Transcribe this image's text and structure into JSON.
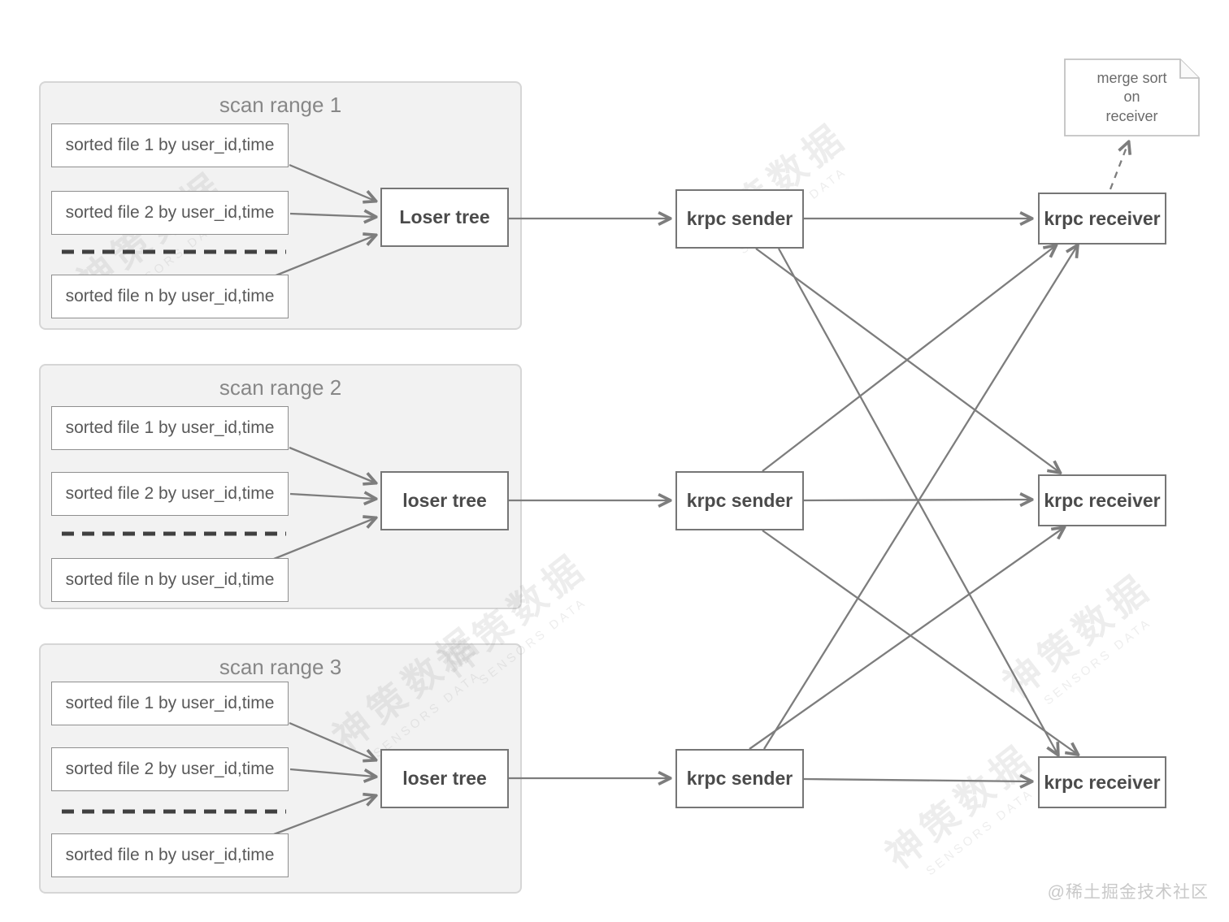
{
  "diagram": {
    "panels": [
      {
        "title": "scan range 1",
        "files": [
          "sorted file 1 by user_id,time",
          "sorted file 2 by user_id,time",
          "sorted file n by user_id,time"
        ],
        "tree_label": "Loser tree"
      },
      {
        "title": "scan range 2",
        "files": [
          "sorted file 1 by user_id,time",
          "sorted file 2 by user_id,time",
          "sorted file n by user_id,time"
        ],
        "tree_label": "loser tree"
      },
      {
        "title": "scan range 3",
        "files": [
          "sorted file 1 by user_id,time",
          "sorted file 2 by user_id,time",
          "sorted file n by user_id,time"
        ],
        "tree_label": "loser tree"
      }
    ],
    "senders": [
      {
        "label": "krpc sender"
      },
      {
        "label": "krpc sender"
      },
      {
        "label": "krpc sender"
      }
    ],
    "receivers": [
      {
        "label": "krpc receiver"
      },
      {
        "label": "krpc receiver"
      },
      {
        "label": "krpc receiver"
      }
    ],
    "note_text": "merge sort\non\nreceiver"
  },
  "watermarks": {
    "brand_cjk": "神策数据",
    "brand_latin": "SENSORS DATA",
    "credit": "@稀土掘金技术社区"
  },
  "colors": {
    "arrow": "#7d7d7d",
    "panel_bg": "#f2f2f2",
    "panel_border": "#d6d6d6",
    "box_border": "#767676",
    "file_border": "#8f8f8f",
    "text_dark": "#4b4b4b",
    "text_gray": "#878787",
    "dash_separator": "#404040",
    "watermark_gray": "#c9c9c9"
  }
}
